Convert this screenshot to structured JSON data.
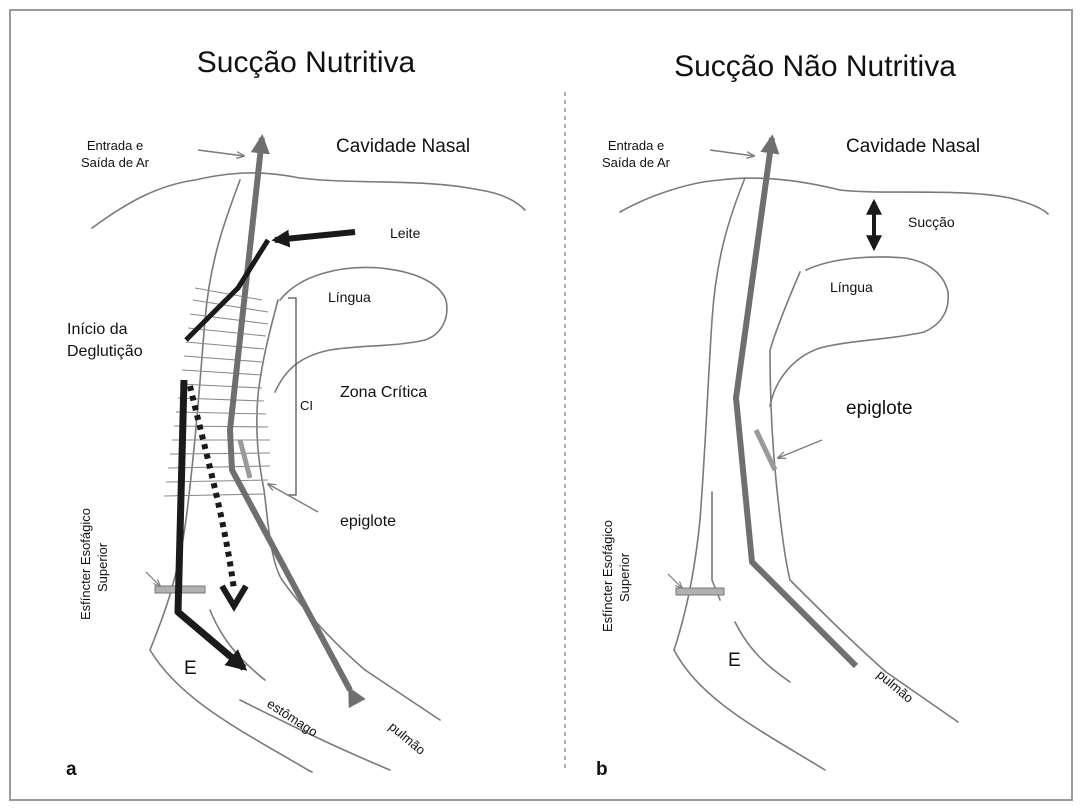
{
  "panels": {
    "a": {
      "title": "Sucção Nutritiva",
      "letter": "a",
      "labels": {
        "airflow": [
          "Entrada e",
          "Saída de Ar"
        ],
        "nasal_cavity": "Cavidade Nasal",
        "milk": "Leite",
        "tongue": "Língua",
        "swallow_start": [
          "Início da",
          "Deglutição"
        ],
        "critical_zone": "Zona Crítica",
        "ci": "CI",
        "epiglottis": "epiglote",
        "ues": [
          "Esfíncter Esofágico",
          "Superior"
        ],
        "esophagus_mark": "E",
        "stomach": "estômago",
        "lung": "pulmão"
      }
    },
    "b": {
      "title": "Sucção Não Nutritiva",
      "letter": "b",
      "labels": {
        "airflow": [
          "Entrada e",
          "Saída de Ar"
        ],
        "nasal_cavity": "Cavidade Nasal",
        "suction": "Sucção",
        "tongue": "Língua",
        "epiglottis": "epiglote",
        "ues": [
          "Esfíncter Esofágico",
          "Superior"
        ],
        "esophagus_mark": "E",
        "lung": "pulmão"
      }
    }
  },
  "colors": {
    "frame": "#9a9a9a",
    "contour": "#7a7a7a",
    "air_arrow": "#6f6f6f",
    "milk_arrow": "#1a1a1a",
    "divider": "#9a9a9a"
  }
}
